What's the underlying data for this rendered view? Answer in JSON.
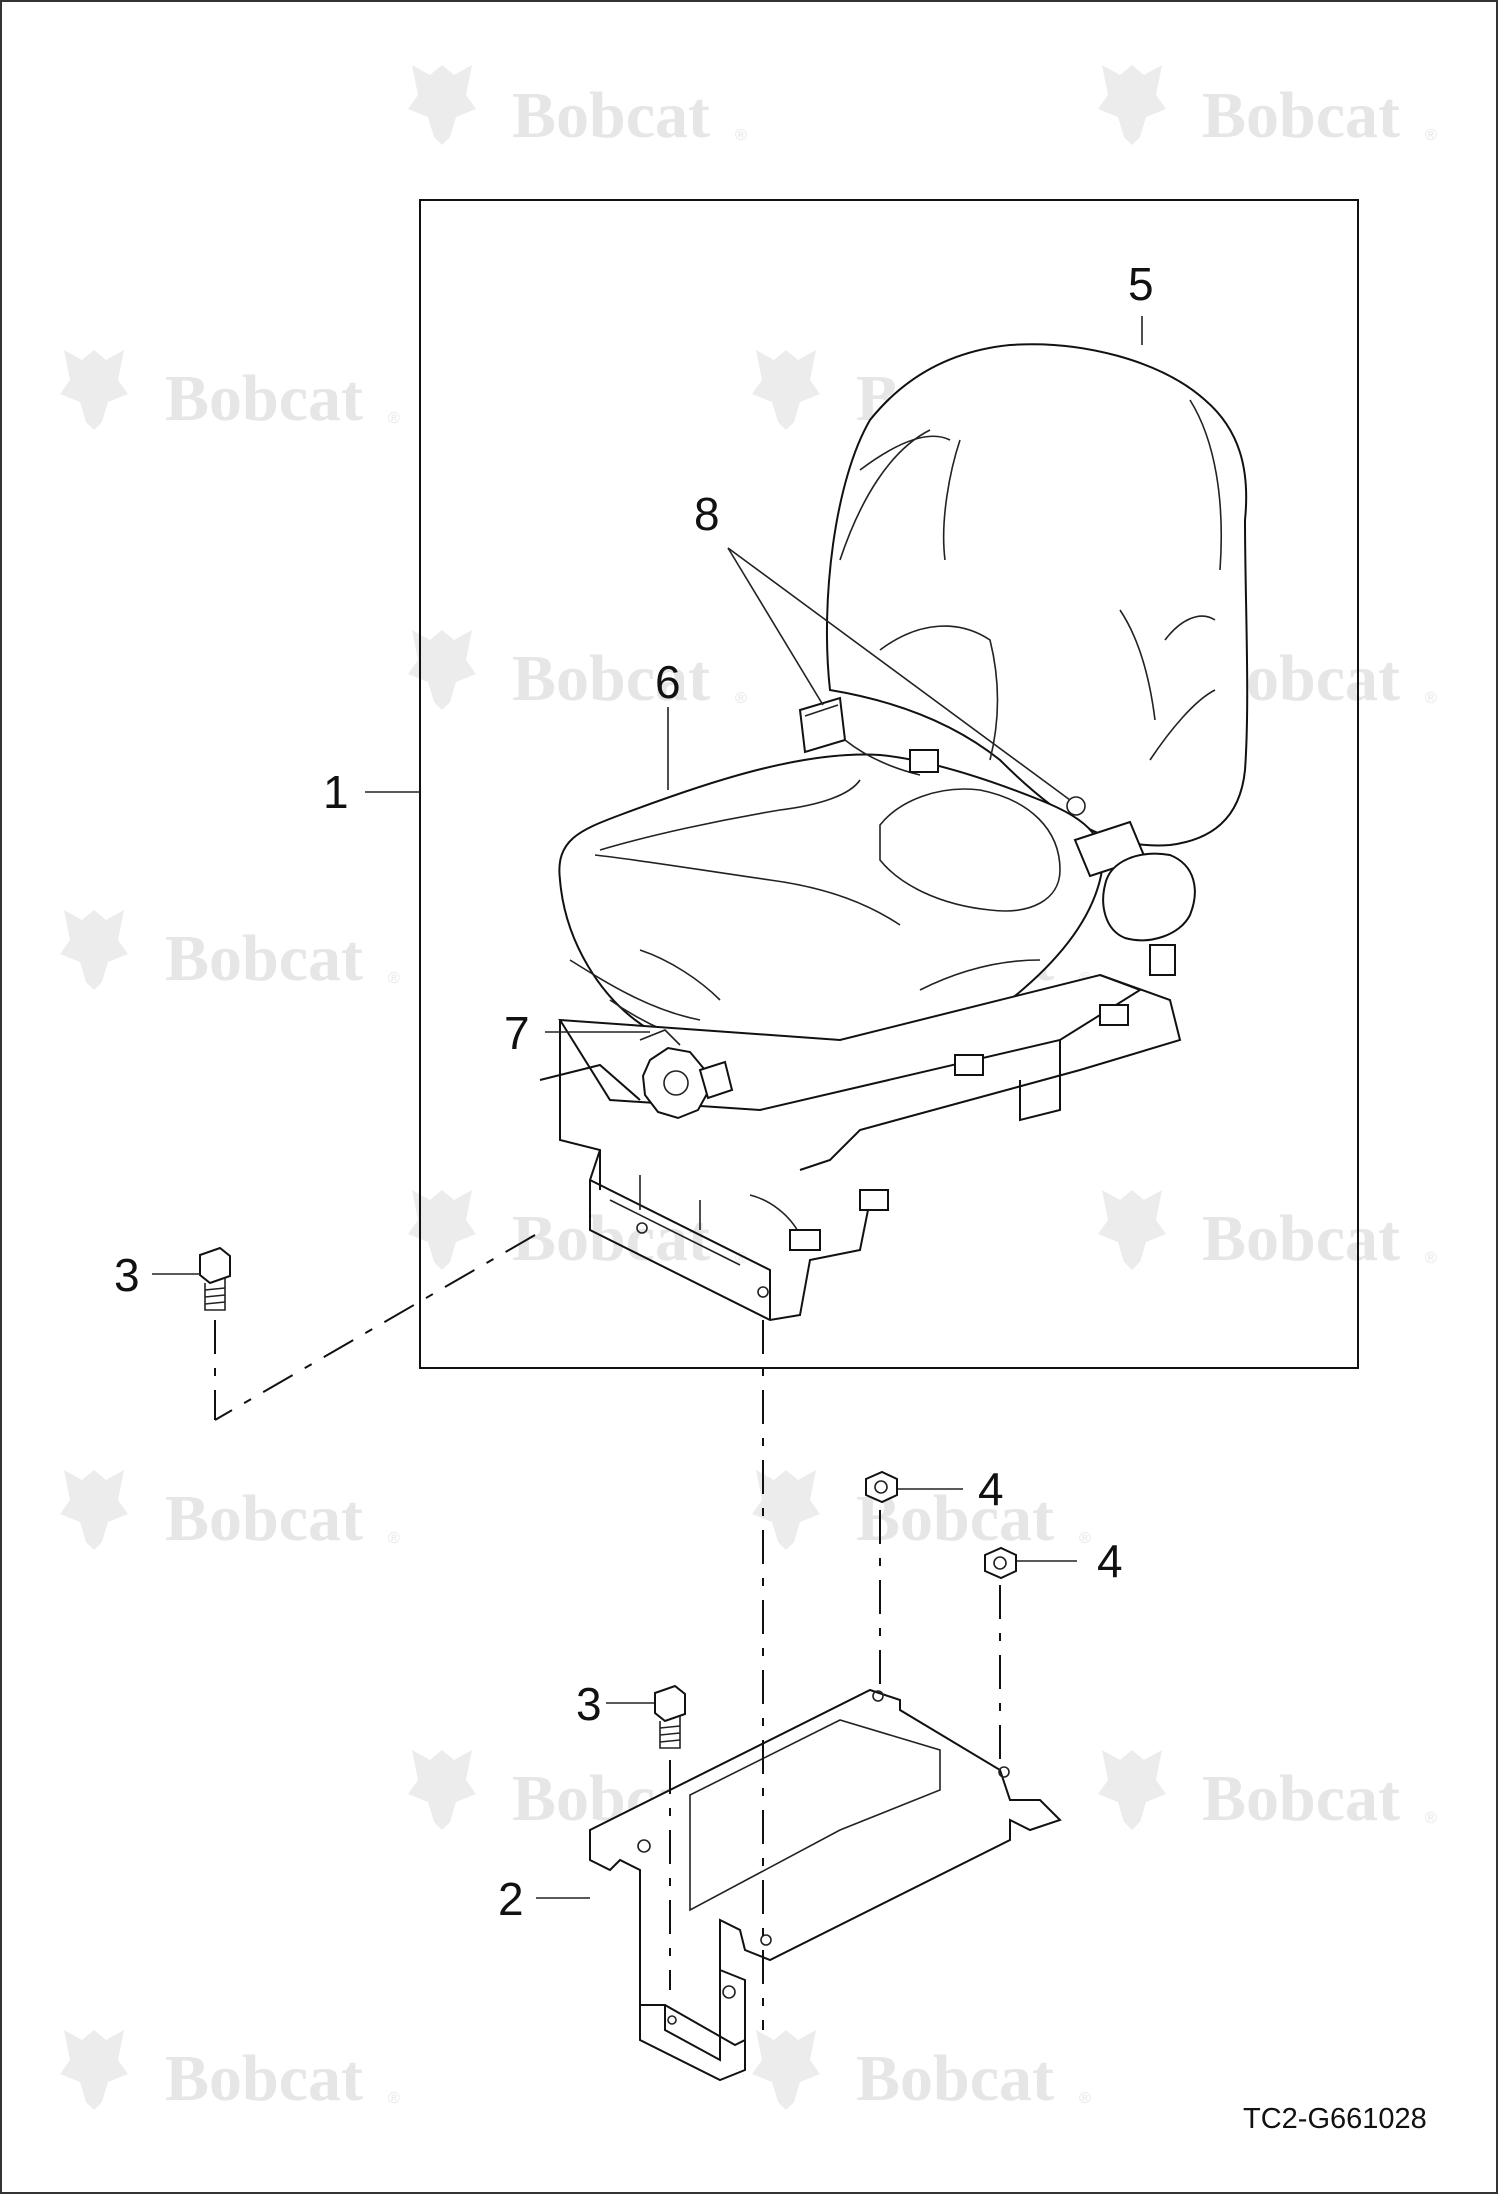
{
  "drawing": {
    "id": "TC2-G661028",
    "watermark_text": "Bobcat",
    "watermark_mark": "®"
  },
  "callouts": {
    "c1": "1",
    "c2": "2",
    "c3a": "3",
    "c3b": "3",
    "c4a": "4",
    "c4b": "4",
    "c5": "5",
    "c6": "6",
    "c7": "7",
    "c8": "8"
  }
}
